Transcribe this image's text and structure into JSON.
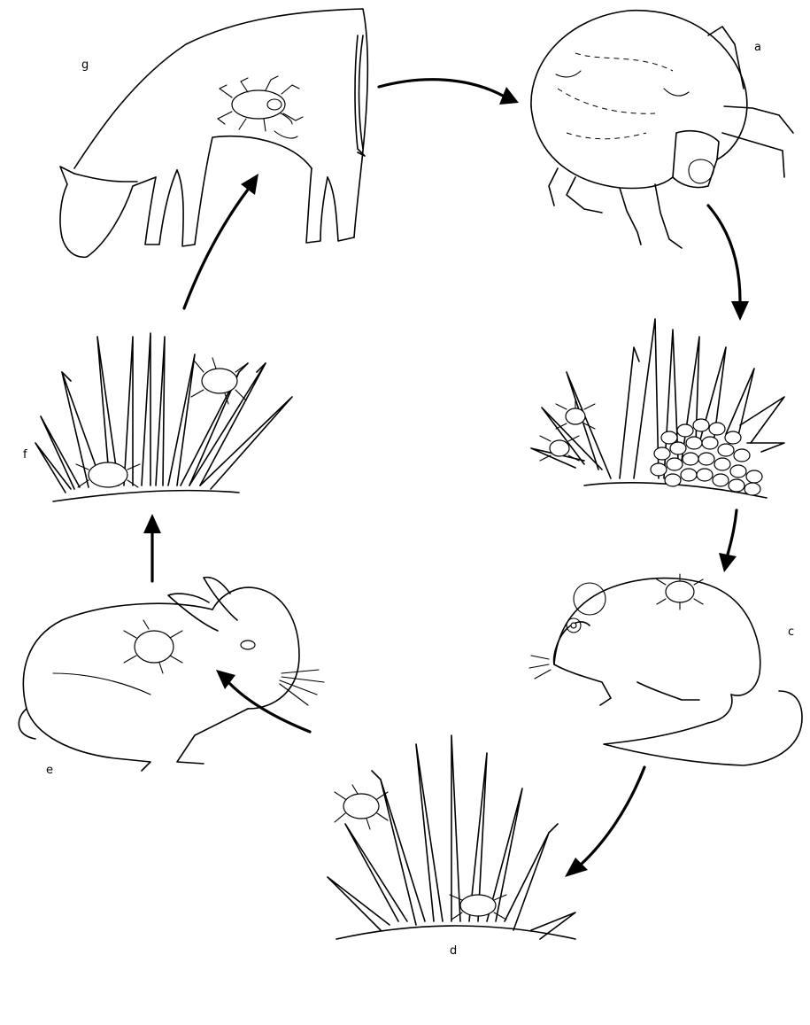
{
  "labels": {
    "a": "a",
    "c": "c",
    "d": "d",
    "e": "e",
    "f": "f",
    "g": "g"
  }
}
